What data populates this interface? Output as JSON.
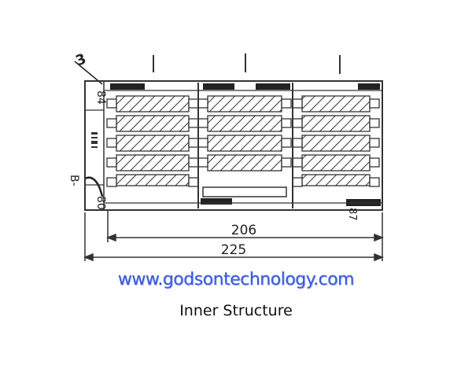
{
  "diagram": {
    "leader_label": "3",
    "side_label": "B-",
    "top_label": "84",
    "bottom_label": "80",
    "right_label": "87",
    "dim_inner": "206",
    "dim_outer": "225"
  },
  "watermark": {
    "text": "www.godsontechnology.com"
  },
  "caption": {
    "text": "Inner Structure"
  }
}
